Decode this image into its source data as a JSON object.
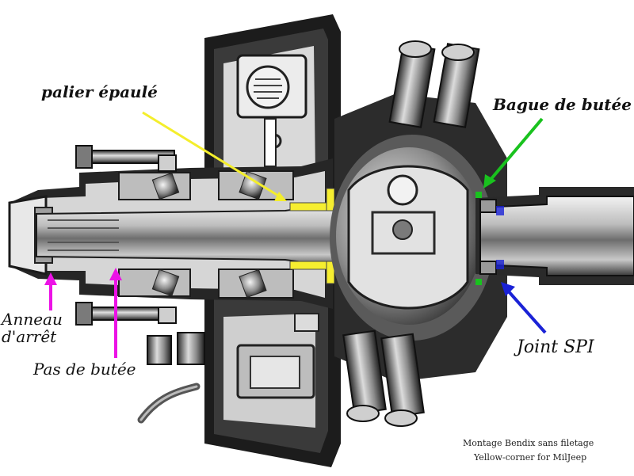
{
  "labels": {
    "palier": "palier épaulé",
    "bague": "Bague de butée",
    "anneau_line1": "Anneau",
    "anneau_line2": "d'arrêt",
    "pas": "Pas de butée",
    "joint": "Joint SPI"
  },
  "credits": {
    "line1": "Montage Bendix sans filetage",
    "line2": "Yellow-corner for MilJeep"
  },
  "colors": {
    "yellow_arrow": "#f4ee2c",
    "green_arrow": "#19c21e",
    "blue_arrow": "#1a22d6",
    "magenta_arrow": "#ec12e6",
    "metal_dark": "#1e1e1e",
    "metal_mid": "#8a8a8a",
    "metal_light": "#d8d8d8",
    "bearing_yellow": "#f6ee30"
  }
}
